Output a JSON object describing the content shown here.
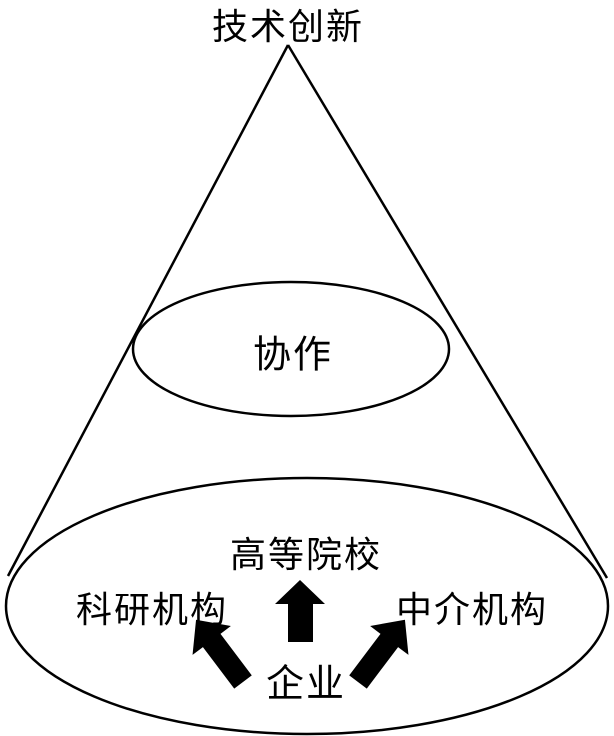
{
  "top_label": "技术创新",
  "middle_label": "协作",
  "base": {
    "top": "高等院校",
    "left": "科研机构",
    "right": "中介机构",
    "center": "企业"
  },
  "colors": {
    "stroke": "#000000",
    "background": "#ffffff"
  }
}
